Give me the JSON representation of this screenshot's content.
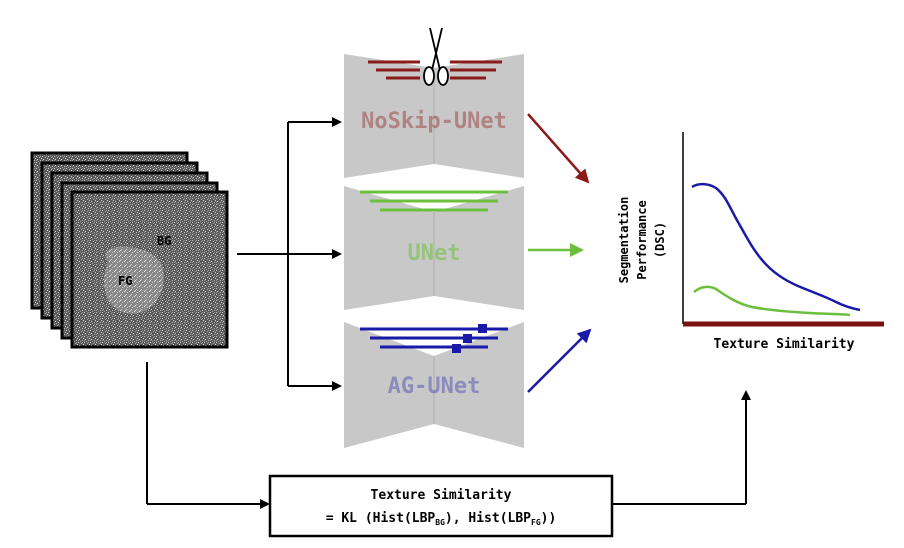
{
  "colors": {
    "noskip": "#8b1a1a",
    "unet": "#6cbf3a",
    "agunet": "#1a1aa8",
    "network_body": "#c8c8c8",
    "baseline": "#7a1010",
    "arrow": "#000000"
  },
  "image_stack": {
    "fg_label": "FG",
    "bg_label": "BG"
  },
  "networks": [
    {
      "id": "noskip",
      "label": "NoSkip-UNet"
    },
    {
      "id": "unet",
      "label": "UNet"
    },
    {
      "id": "agunet",
      "label": "AG-UNet"
    }
  ],
  "icons": {
    "cut": "scissors-icon"
  },
  "plot": {
    "ylabel_line1": "Segmentation",
    "ylabel_line2": "Performance",
    "ylabel_line3": "(DSC)",
    "xlabel": "Texture Similarity"
  },
  "formula": {
    "line1": "Texture Similarity",
    "line2_prefix": "= KL (Hist(LBP",
    "sub_bg": "BG",
    "line2_middle": "), Hist(LBP",
    "sub_fg": "FG",
    "line2_suffix": "))"
  }
}
